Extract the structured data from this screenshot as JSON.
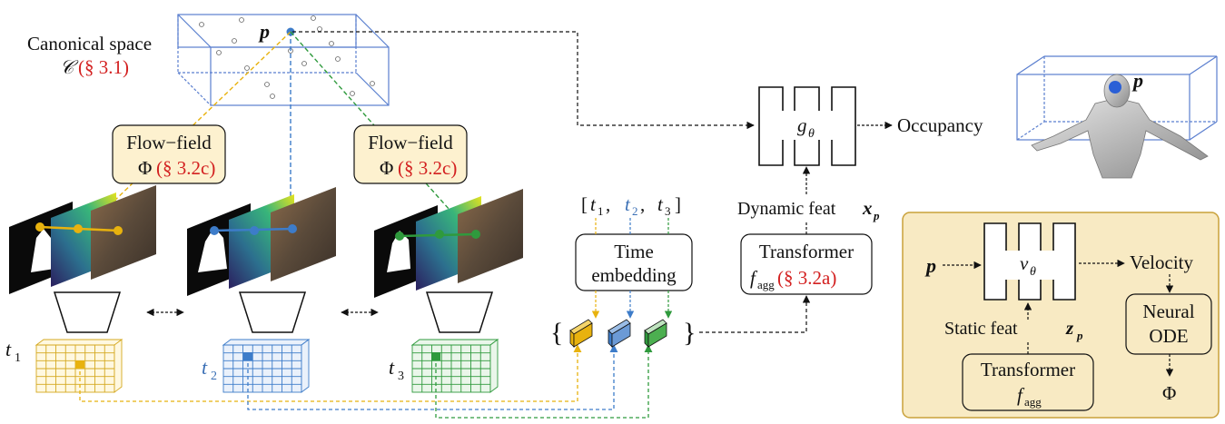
{
  "canonical": {
    "title": "Canonical space",
    "symbol": "𝒞",
    "ref": "(§ 3.1)",
    "point": "p"
  },
  "flow_left": {
    "line1": "Flow−field",
    "phi": "Φ",
    "ref": "(§ 3.2c)"
  },
  "flow_right": {
    "line1": "Flow−field",
    "phi": "Φ",
    "ref": "(§ 3.2c)"
  },
  "time_labels": {
    "open": "[",
    "t1": "t",
    "s1": "1",
    "t2": "t",
    "s2": "2",
    "t3": "t",
    "s3": "3",
    "close": "]"
  },
  "time_embed": {
    "line1": "Time",
    "line2": "embedding"
  },
  "transformer_main": {
    "line1": "Transformer",
    "f": "f",
    "sub": "agg",
    "ref": "(§ 3.2a)"
  },
  "dynamic_feat": {
    "text": "Dynamic feat ",
    "var": "x",
    "sub": "p"
  },
  "decoder": {
    "label": "g",
    "sub": "θ",
    "output": "Occupancy"
  },
  "result": {
    "point": "p"
  },
  "frame_labels": {
    "f1": "t",
    "f1s": "1",
    "f2": "t",
    "f2s": "2",
    "f3": "t",
    "f3s": "3"
  },
  "inset": {
    "input": "p",
    "net": "v",
    "net_sub": "θ",
    "output": "Velocity",
    "static_feat": "Static feat ",
    "static_var": "z",
    "static_sub": "p",
    "transformer": "Transformer",
    "t_f": "f",
    "t_sub": "agg",
    "ode_line1": "Neural",
    "ode_line2": "ODE",
    "phi": "Φ"
  },
  "colors": {
    "yellow": "#e8b20e",
    "blue": "#3d7cc9",
    "green": "#2f9a3d",
    "red": "#d32020",
    "box_fill": "#fdf1cf",
    "inset_fill": "#f8eac3",
    "inset_border": "#c9a13a",
    "cube": "#5b7fcf"
  }
}
